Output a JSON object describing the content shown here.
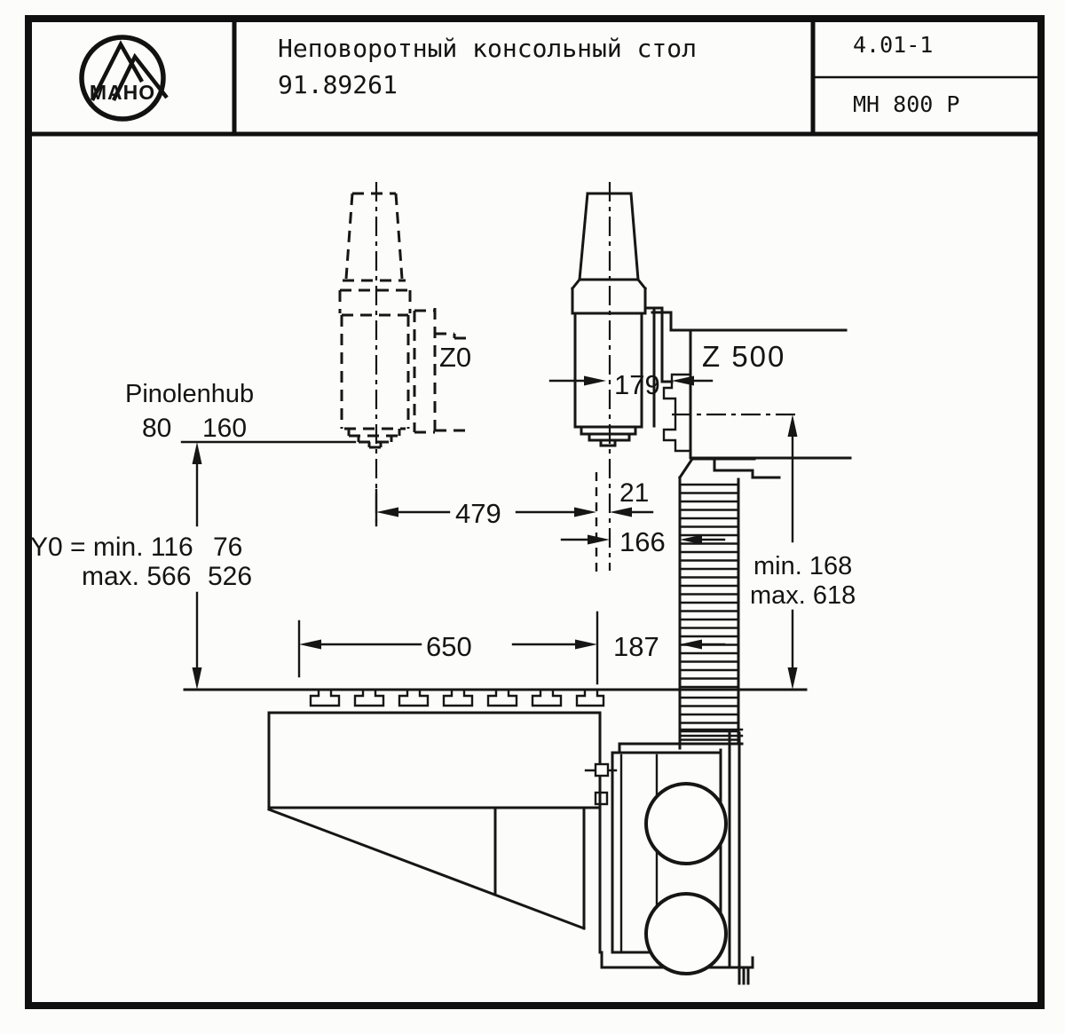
{
  "header": {
    "logo_text": "MAHO",
    "title": "Неповоротный консольный стол",
    "part_number": "91.89261",
    "doc_number": "4.01-1",
    "machine_model": "MH 800 P"
  },
  "drawing": {
    "labels": {
      "pinolenhub": "Pinolenhub",
      "quill_stroke_a": "80",
      "quill_stroke_b": "160",
      "z0": "Z0",
      "z500": "Z 500",
      "dim_179": "179",
      "dim_479": "479",
      "dim_21": "21",
      "dim_166": "166",
      "dim_650": "650",
      "dim_187": "187",
      "y0_min": "Y0 = min. 116",
      "y0_max": "max. 566",
      "y0_min_alt": "76",
      "y0_max_alt": "526",
      "col_min": "min. 168",
      "col_max": "max. 618"
    }
  }
}
